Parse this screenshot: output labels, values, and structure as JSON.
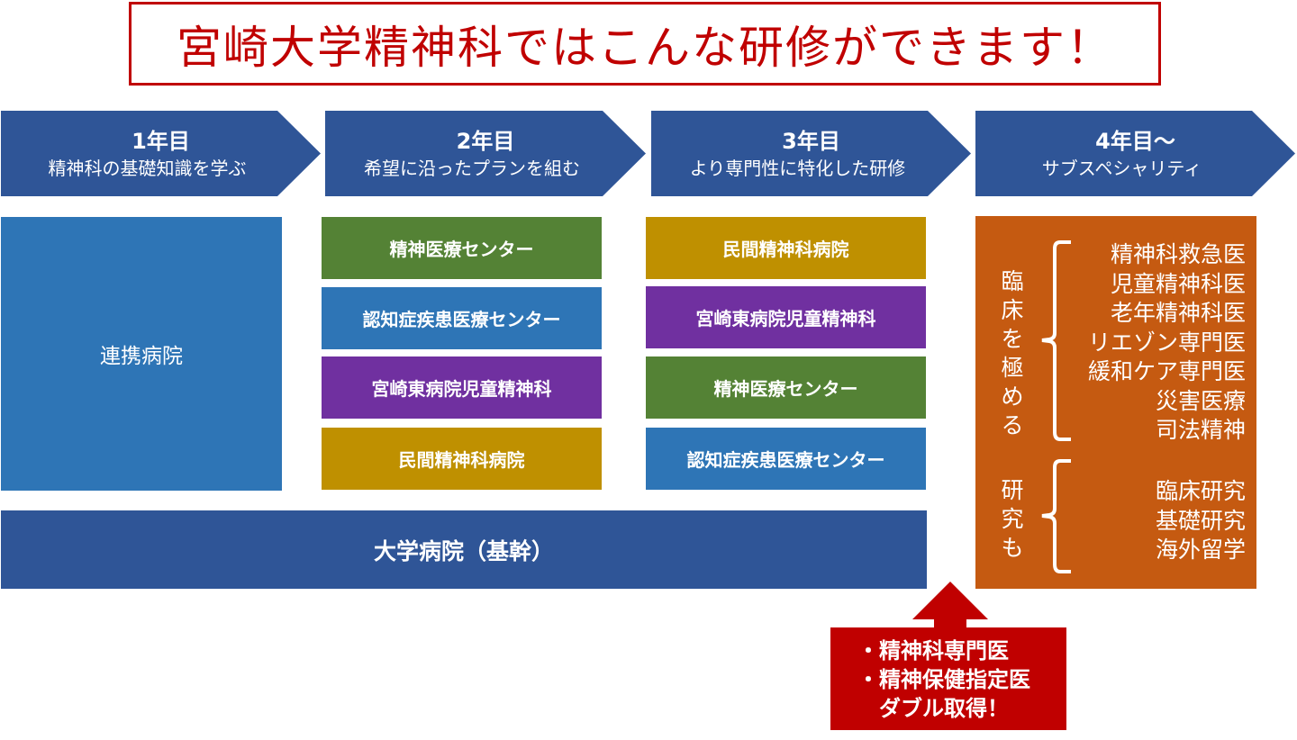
{
  "title": "宮崎大学精神科ではこんな研修ができます！",
  "colors": {
    "title_red": "#c00000",
    "navy": "#2f5597",
    "blue": "#2e75b6",
    "green": "#548235",
    "purple": "#7030a0",
    "gold": "#bf9000",
    "orange": "#c55a11"
  },
  "stages": [
    {
      "year": "1年目",
      "subtitle": "精神科の基礎知識を学ぶ"
    },
    {
      "year": "2年目",
      "subtitle": "希望に沿ったプランを組む"
    },
    {
      "year": "3年目",
      "subtitle": "より専門性に特化した研修"
    },
    {
      "year": "4年目〜",
      "subtitle": "サブスペシャリティ"
    }
  ],
  "year1": {
    "box": "連携病院"
  },
  "year2": {
    "boxes": [
      "精神医療センター",
      "認知症疾患医療センター",
      "宮崎東病院児童精神科",
      "民間精神科病院"
    ]
  },
  "year3": {
    "boxes": [
      "民間精神科病院",
      "宮崎東病院児童精神科",
      "精神医療センター",
      "認知症疾患医療センター"
    ]
  },
  "base": "大学病院（基幹）",
  "year4": {
    "clinical": {
      "label": [
        "臨",
        "床",
        "を",
        "極",
        "め",
        "る"
      ],
      "items": [
        "精神科救急医",
        "児童精神科医",
        "老年精神科医",
        "リエゾン専門医",
        "緩和ケア専門医",
        "災害医療",
        "司法精神"
      ]
    },
    "research": {
      "label": [
        "研",
        "究",
        "も"
      ],
      "items": [
        "臨床研究",
        "基礎研究",
        "海外留学"
      ]
    }
  },
  "callout": {
    "lines": [
      "・精神科専門医",
      "・精神保健指定医",
      "　ダブル取得！"
    ]
  }
}
